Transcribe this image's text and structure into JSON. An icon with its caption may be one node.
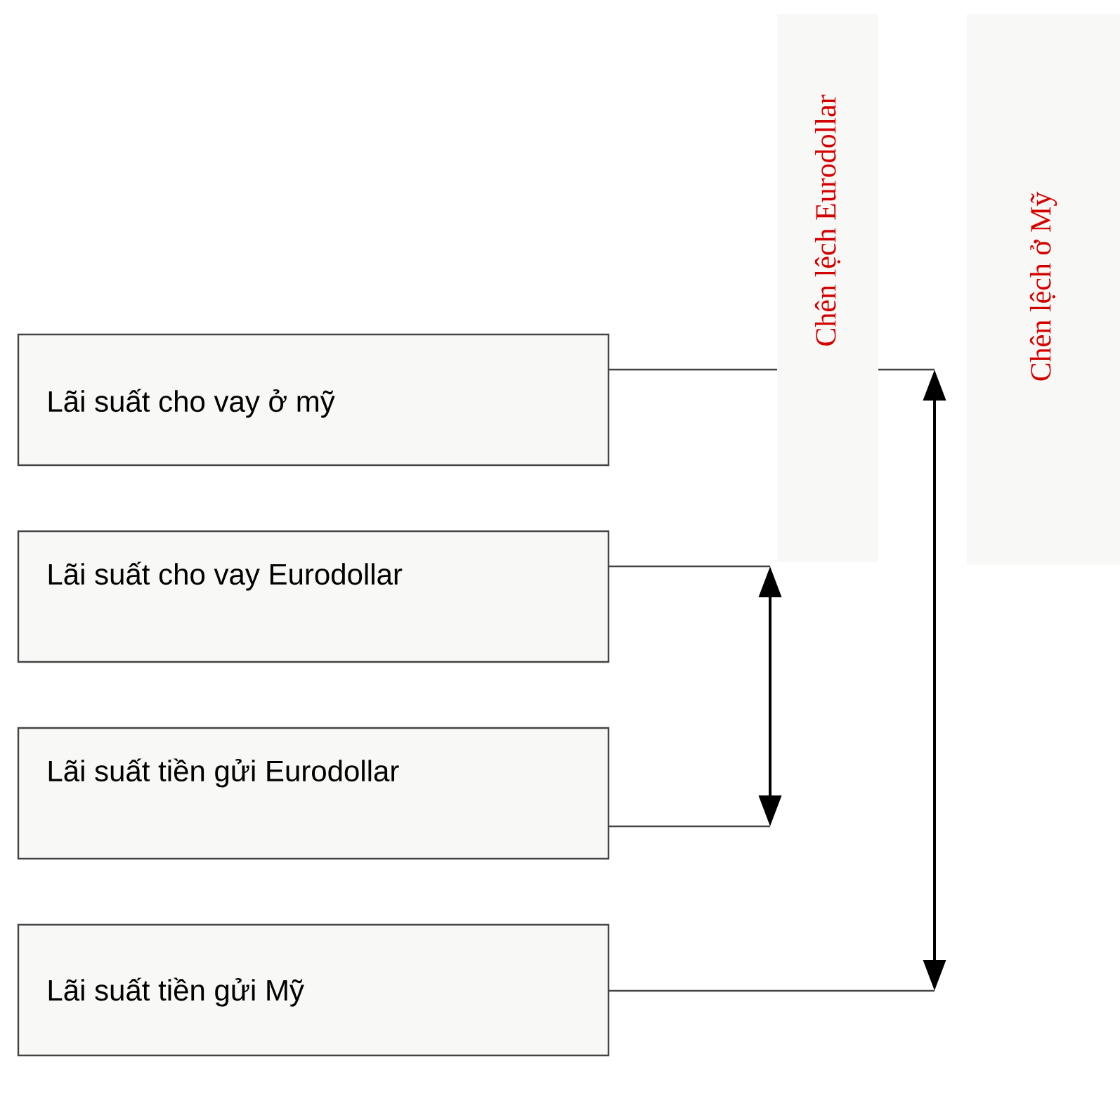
{
  "diagram": {
    "nodes": [
      {
        "text": [
          "Lãi suất cho vay ở mỹ"
        ]
      },
      {
        "text": [
          "Lãi suất cho vay Eurodollar"
        ]
      },
      {
        "text": [
          "Lãi suất tiền gửi Eurodollar"
        ]
      },
      {
        "text": [
          "Lãi suất tiền gửi Mỹ"
        ]
      },
      {
        "text": [
          "Chên lệch Eurodollar"
        ]
      },
      {
        "text": [
          "Chên lệch ở Mỹ"
        ]
      }
    ]
  }
}
